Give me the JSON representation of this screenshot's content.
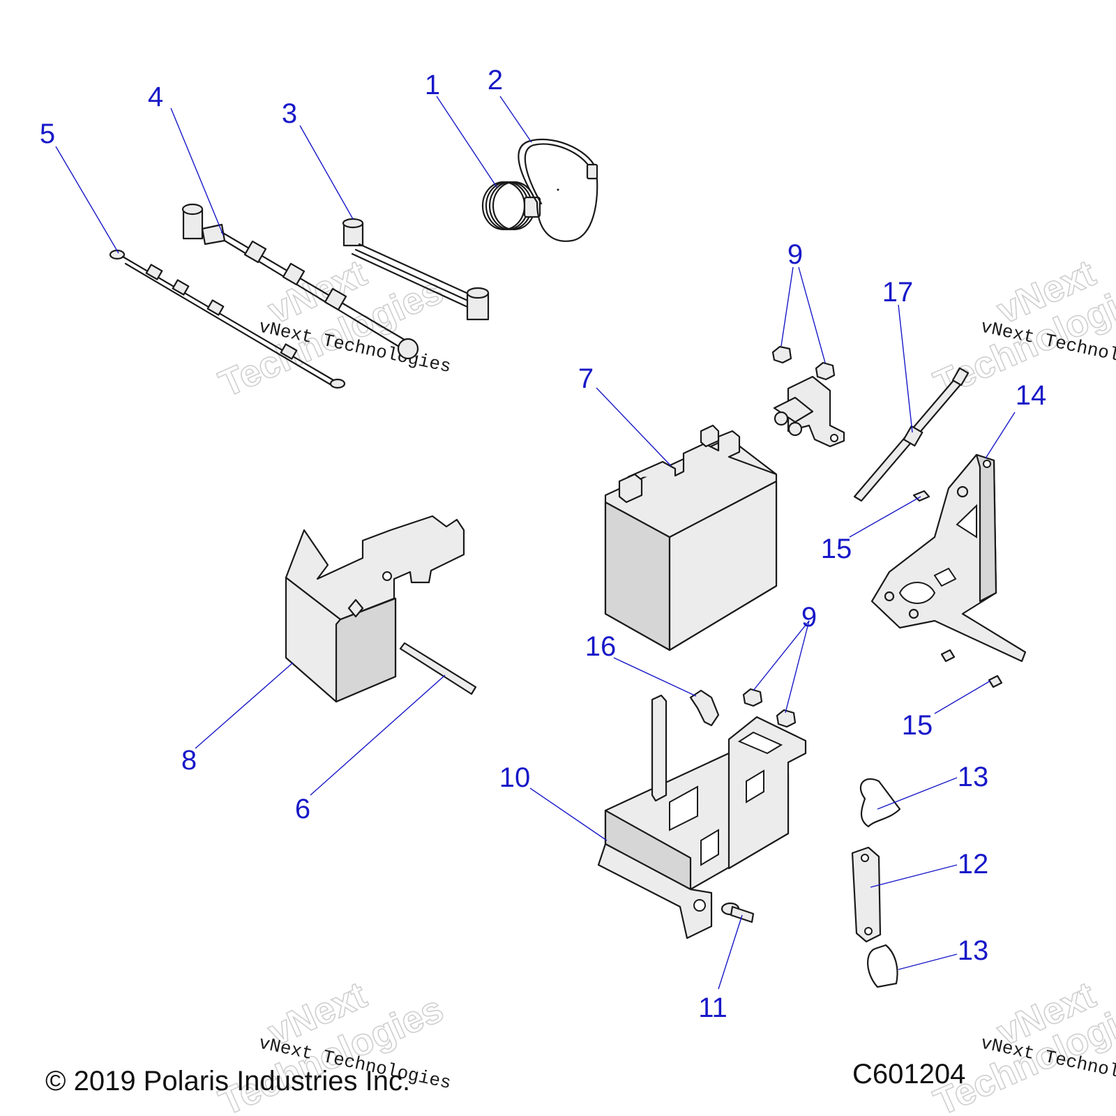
{
  "callouts": {
    "c1": "1",
    "c2": "2",
    "c3": "3",
    "c4": "4",
    "c5": "5",
    "c6": "6",
    "c7": "7",
    "c8": "8",
    "c9a": "9",
    "c9b": "9",
    "c10": "10",
    "c11": "11",
    "c12": "12",
    "c13a": "13",
    "c13b": "13",
    "c14": "14",
    "c15a": "15",
    "c15b": "15",
    "c16": "16",
    "c17": "17"
  },
  "watermark": {
    "brand": "vNext",
    "word": "Technologies",
    "line": "vNext Technologies"
  },
  "footer": {
    "copyright": "© 2019 Polaris Industries Inc.",
    "code": "C601204"
  },
  "colors": {
    "callout": "#1818c8",
    "line_art": "#1a1a1a",
    "part_fill": "#ececec",
    "watermark": "#cfcfcf"
  }
}
